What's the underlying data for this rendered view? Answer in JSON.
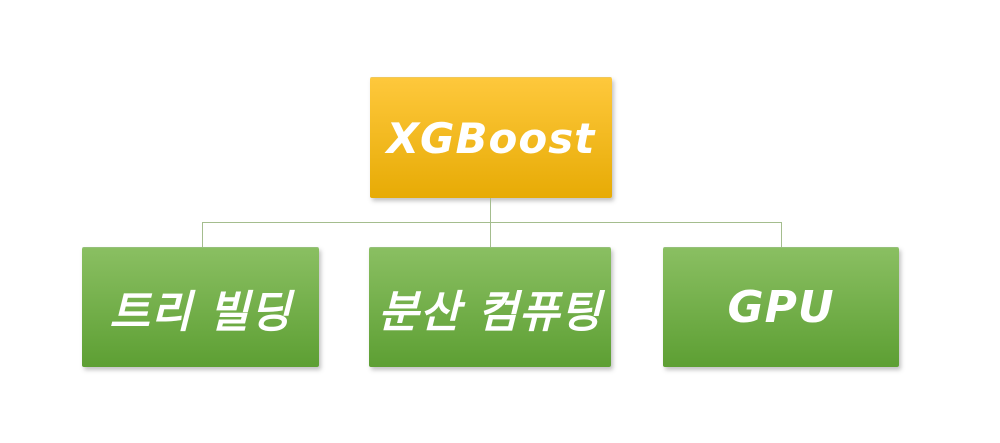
{
  "diagram": {
    "type": "hierarchy",
    "root": {
      "id": "xgboost",
      "label": "XGBoost"
    },
    "children": [
      {
        "id": "tree-building",
        "label": "트리 빌딩"
      },
      {
        "id": "distributed-computing",
        "label": "분산 컴퓨팅"
      },
      {
        "id": "gpu",
        "label": "GPU"
      }
    ],
    "colors": {
      "root_top": "#fec83c",
      "root_bottom": "#e7ab05",
      "child_top": "#8abf62",
      "child_bottom": "#5d9f33",
      "connector": "#a4bd8e",
      "text": "#ffffff"
    }
  }
}
